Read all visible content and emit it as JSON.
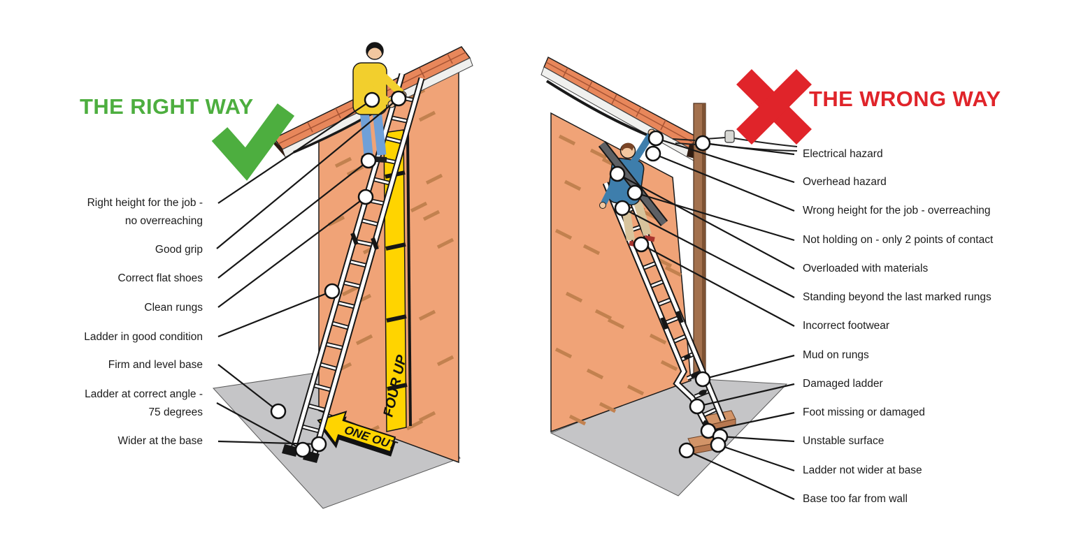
{
  "left_panel": {
    "title": "THE RIGHT WAY",
    "title_color": "#4DAE3F",
    "icon": "check-mark",
    "labels": [
      "Right height for the job -\nno overreaching",
      "Good grip",
      "Correct flat shoes",
      "Clean rungs",
      "Ladder in good condition",
      "Firm and level base",
      "Ladder at correct angle -\n75 degrees",
      "Wider at the base"
    ],
    "ladder_markings": {
      "vertical_band": "FOUR UP",
      "arrow": "ONE OUT"
    }
  },
  "right_panel": {
    "title": "THE WRONG WAY",
    "title_color": "#E0242A",
    "icon": "cross-mark",
    "labels": [
      "Electrical hazard",
      "Overhead hazard",
      "Wrong height for the job - overreaching",
      "Not holding on - only 2 points of contact",
      "Overloaded with materials",
      "Standing beyond the last marked rungs",
      "Incorrect footwear",
      "Mud on rungs",
      "Damaged ladder",
      "Foot missing or damaged",
      "Unstable surface",
      "Ladder not wider at base",
      "Base too far from wall"
    ]
  },
  "colors": {
    "check_green": "#4DAE3F",
    "cross_red": "#E0242A",
    "wall_orange": "#F0A377",
    "brick_dash": "#C2814F",
    "roof_tiles": "#E8875B",
    "ground_gray": "#C5C5C7",
    "marking_yellow": "#FFD400",
    "pole_brown": "#A3714E",
    "leader_line": "#161616"
  }
}
